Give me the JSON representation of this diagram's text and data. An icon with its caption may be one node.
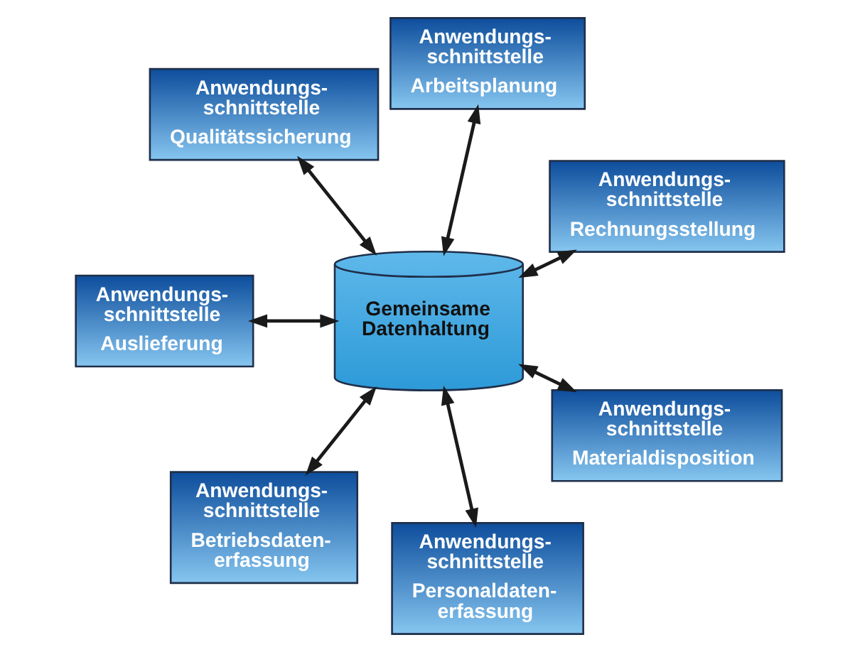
{
  "diagram": {
    "nodes": [
      {
        "text": [
          "Anwendungs- schnittstelle",
          "Arbeitsplanung"
        ]
      },
      {
        "text": [
          "Anwendungs- schnittstelle",
          "Qualitätssicherung"
        ]
      },
      {
        "text": [
          "Anwendungs- schnittstelle",
          "Rechnungsstellung"
        ]
      },
      {
        "text": [
          "Anwendungs- schnittstelle",
          "Auslieferung"
        ]
      },
      {
        "text": [
          "Gemeinsame Datenhaltung"
        ]
      },
      {
        "text": [
          "Anwendungs- schnittstelle",
          "Materialdisposition"
        ]
      },
      {
        "text": [
          "Anwendungs- schnittstelle",
          "Betriebsdaten- erfassung"
        ]
      },
      {
        "text": [
          "Anwendungs- schnittstelle",
          "Personaldaten- erfassung"
        ]
      }
    ],
    "edges": [
      {
        "from": 4,
        "to": 0,
        "arrow": "both"
      },
      {
        "from": 4,
        "to": 2,
        "arrow": "both"
      },
      {
        "from": 4,
        "to": 5,
        "arrow": "both"
      },
      {
        "from": 4,
        "to": 7,
        "arrow": "both"
      },
      {
        "from": 4,
        "to": 6,
        "arrow": "both"
      },
      {
        "from": 4,
        "to": 3,
        "arrow": "both"
      },
      {
        "from": 4,
        "to": 1,
        "arrow": "both"
      }
    ]
  }
}
